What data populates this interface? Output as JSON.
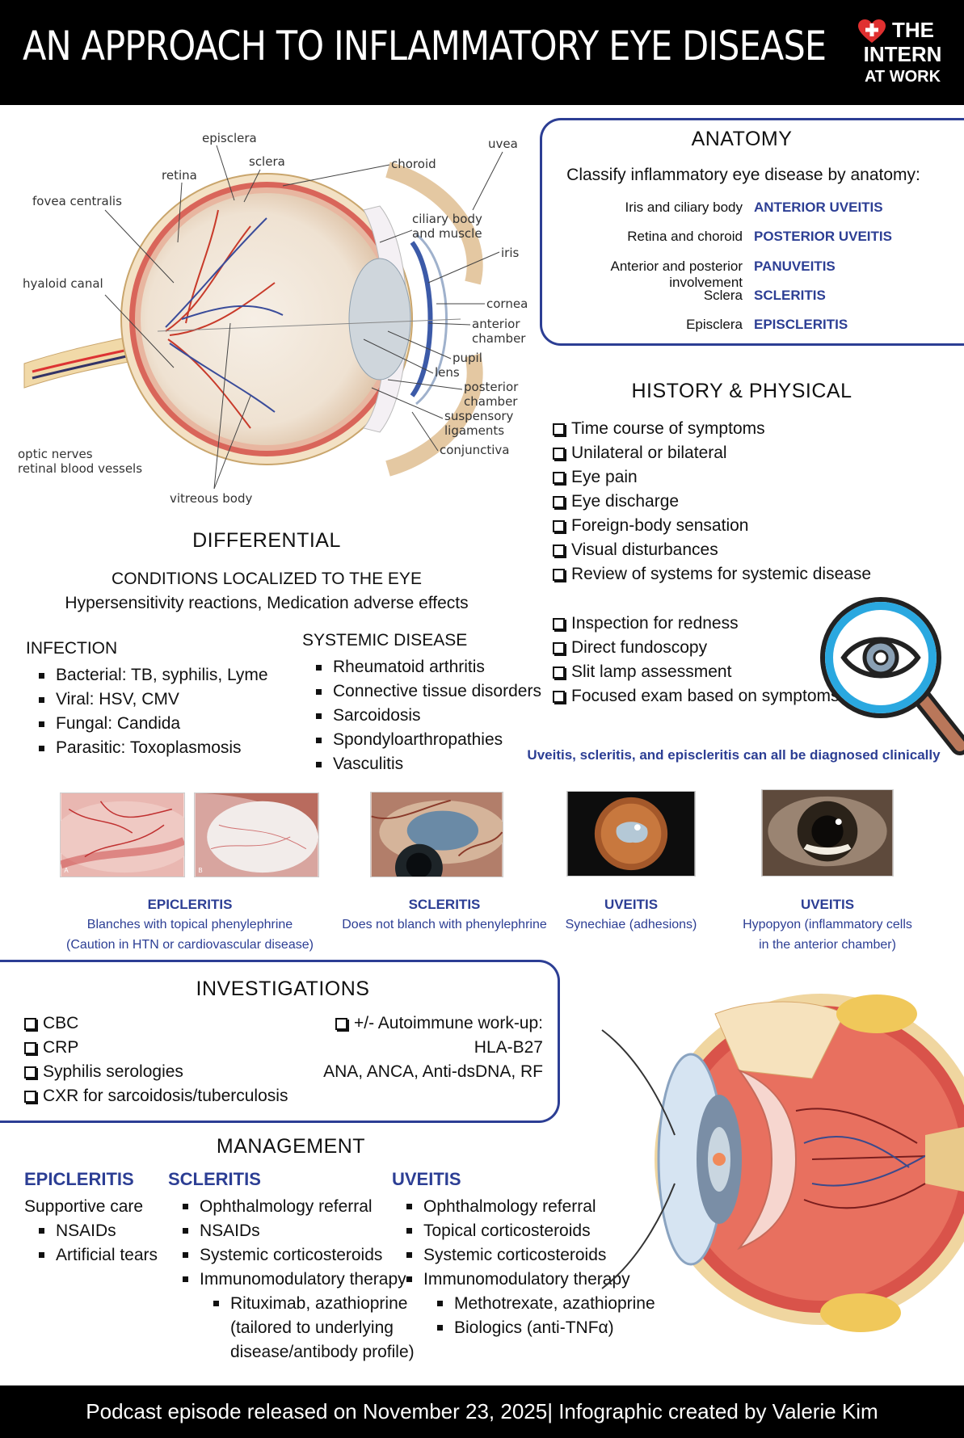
{
  "header": {
    "title": "AN APPROACH TO INFLAMMATORY EYE DISEASE",
    "logo_line1": "THE",
    "logo_line2": "INTERN",
    "logo_line3": "AT WORK"
  },
  "eye_diagram": {
    "labels": {
      "episclera": "episclera",
      "sclera": "sclera",
      "retina": "retina",
      "fovea": "fovea centralis",
      "hyaloid": "hyaloid canal",
      "choroid": "choroid",
      "uvea": "uvea",
      "ciliary": "ciliary body",
      "ciliary2": "and muscle",
      "iris": "iris",
      "cornea": "cornea",
      "anterior": "anterior",
      "anterior2": "chamber",
      "pupil": "pupil",
      "lens": "lens",
      "posterior": "posterior",
      "posterior2": "chamber",
      "suspensory": "suspensory",
      "suspensory2": "ligaments",
      "conjunctiva": "conjunctiva",
      "optic": "optic nerves",
      "optic2": "retinal blood vessels",
      "vitreous": "vitreous body"
    }
  },
  "anatomy": {
    "heading": "ANATOMY",
    "intro": "Classify inflammatory eye disease by anatomy:",
    "rows": [
      {
        "location": "Iris and ciliary body",
        "diagnosis": "ANTERIOR UVEITIS"
      },
      {
        "location": "Retina and choroid",
        "diagnosis": "POSTERIOR UVEITIS"
      },
      {
        "location": "Anterior and posterior involvement",
        "diagnosis": "PANUVEITIS"
      },
      {
        "location": "Sclera",
        "diagnosis": "SCLERITIS"
      },
      {
        "location": "Episclera",
        "diagnosis": "EPISCLERITIS"
      }
    ]
  },
  "history": {
    "heading": "HISTORY & PHYSICAL",
    "history_items": [
      "Time course of symptoms",
      "Unilateral or bilateral",
      "Eye pain",
      "Eye discharge",
      "Foreign-body sensation",
      "Visual disturbances",
      "Review of systems for systemic disease"
    ],
    "exam_items": [
      "Inspection for redness",
      "Direct fundoscopy",
      "Slit lamp assessment",
      "Focused exam based on symptoms"
    ],
    "note": "Uveitis, scleritis, and episcleritis can all be diagnosed clinically"
  },
  "differential": {
    "heading": "DIFFERENTIAL",
    "local_title": "CONDITIONS LOCALIZED TO THE EYE",
    "local_items": "Hypersensitivity reactions, Medication adverse effects",
    "infection_title": "INFECTION",
    "infection": [
      "Bacterial: TB, syphilis, Lyme",
      "Viral: HSV, CMV",
      "Fungal: Candida",
      "Parasitic: Toxoplasmosis"
    ],
    "systemic_title": "SYSTEMIC DISEASE",
    "systemic": [
      "Rheumatoid arthritis",
      "Connective tissue disorders",
      "Sarcoidosis",
      "Spondyloarthropathies",
      "Vasculitis"
    ]
  },
  "photos": [
    {
      "title": "EPICLERITIS",
      "line1": "Blanches with topical phenylephrine",
      "line2": "(Caution in HTN or cardiovascular disease)",
      "tag_a": "A",
      "tag_b": "B"
    },
    {
      "title": "SCLERITIS",
      "line1": "Does not blanch with phenylephrine",
      "line2": ""
    },
    {
      "title": "UVEITIS",
      "line1": "Synechiae (adhesions)",
      "line2": ""
    },
    {
      "title": "UVEITIS",
      "line1": "Hypopyon (inflammatory cells",
      "line2": "in the anterior chamber)"
    }
  ],
  "investigations": {
    "heading": "INVESTIGATIONS",
    "left": [
      "CBC",
      "CRP",
      "Syphilis serologies",
      "CXR for sarcoidosis/tuberculosis"
    ],
    "right_title": "+/- Autoimmune work-up:",
    "right_line1": "HLA-B27",
    "right_line2": "ANA, ANCA, Anti-dsDNA, RF"
  },
  "management": {
    "heading": "MANAGEMENT",
    "epi": {
      "title": "EPICLERITIS",
      "intro": "Supportive care",
      "items": [
        "NSAIDs",
        "Artificial tears"
      ]
    },
    "scl": {
      "title": "SCLERITIS",
      "items": [
        "Ophthalmology referral",
        "NSAIDs",
        "Systemic corticosteroids",
        "Immunomodulatory therapy"
      ],
      "sub": [
        "Rituximab, azathioprine",
        "(tailored to underlying",
        "disease/antibody profile)"
      ]
    },
    "uve": {
      "title": "UVEITIS",
      "items": [
        "Ophthalmology referral",
        "Topical corticosteroids",
        "Systemic corticosteroids",
        "Immunomodulatory therapy"
      ],
      "sub": [
        "Methotrexate, azathioprine",
        "Biologics (anti-TNFα)"
      ]
    }
  },
  "footer": {
    "text": "Podcast episode released on November 23, 2025| Infographic created by Valerie Kim"
  }
}
